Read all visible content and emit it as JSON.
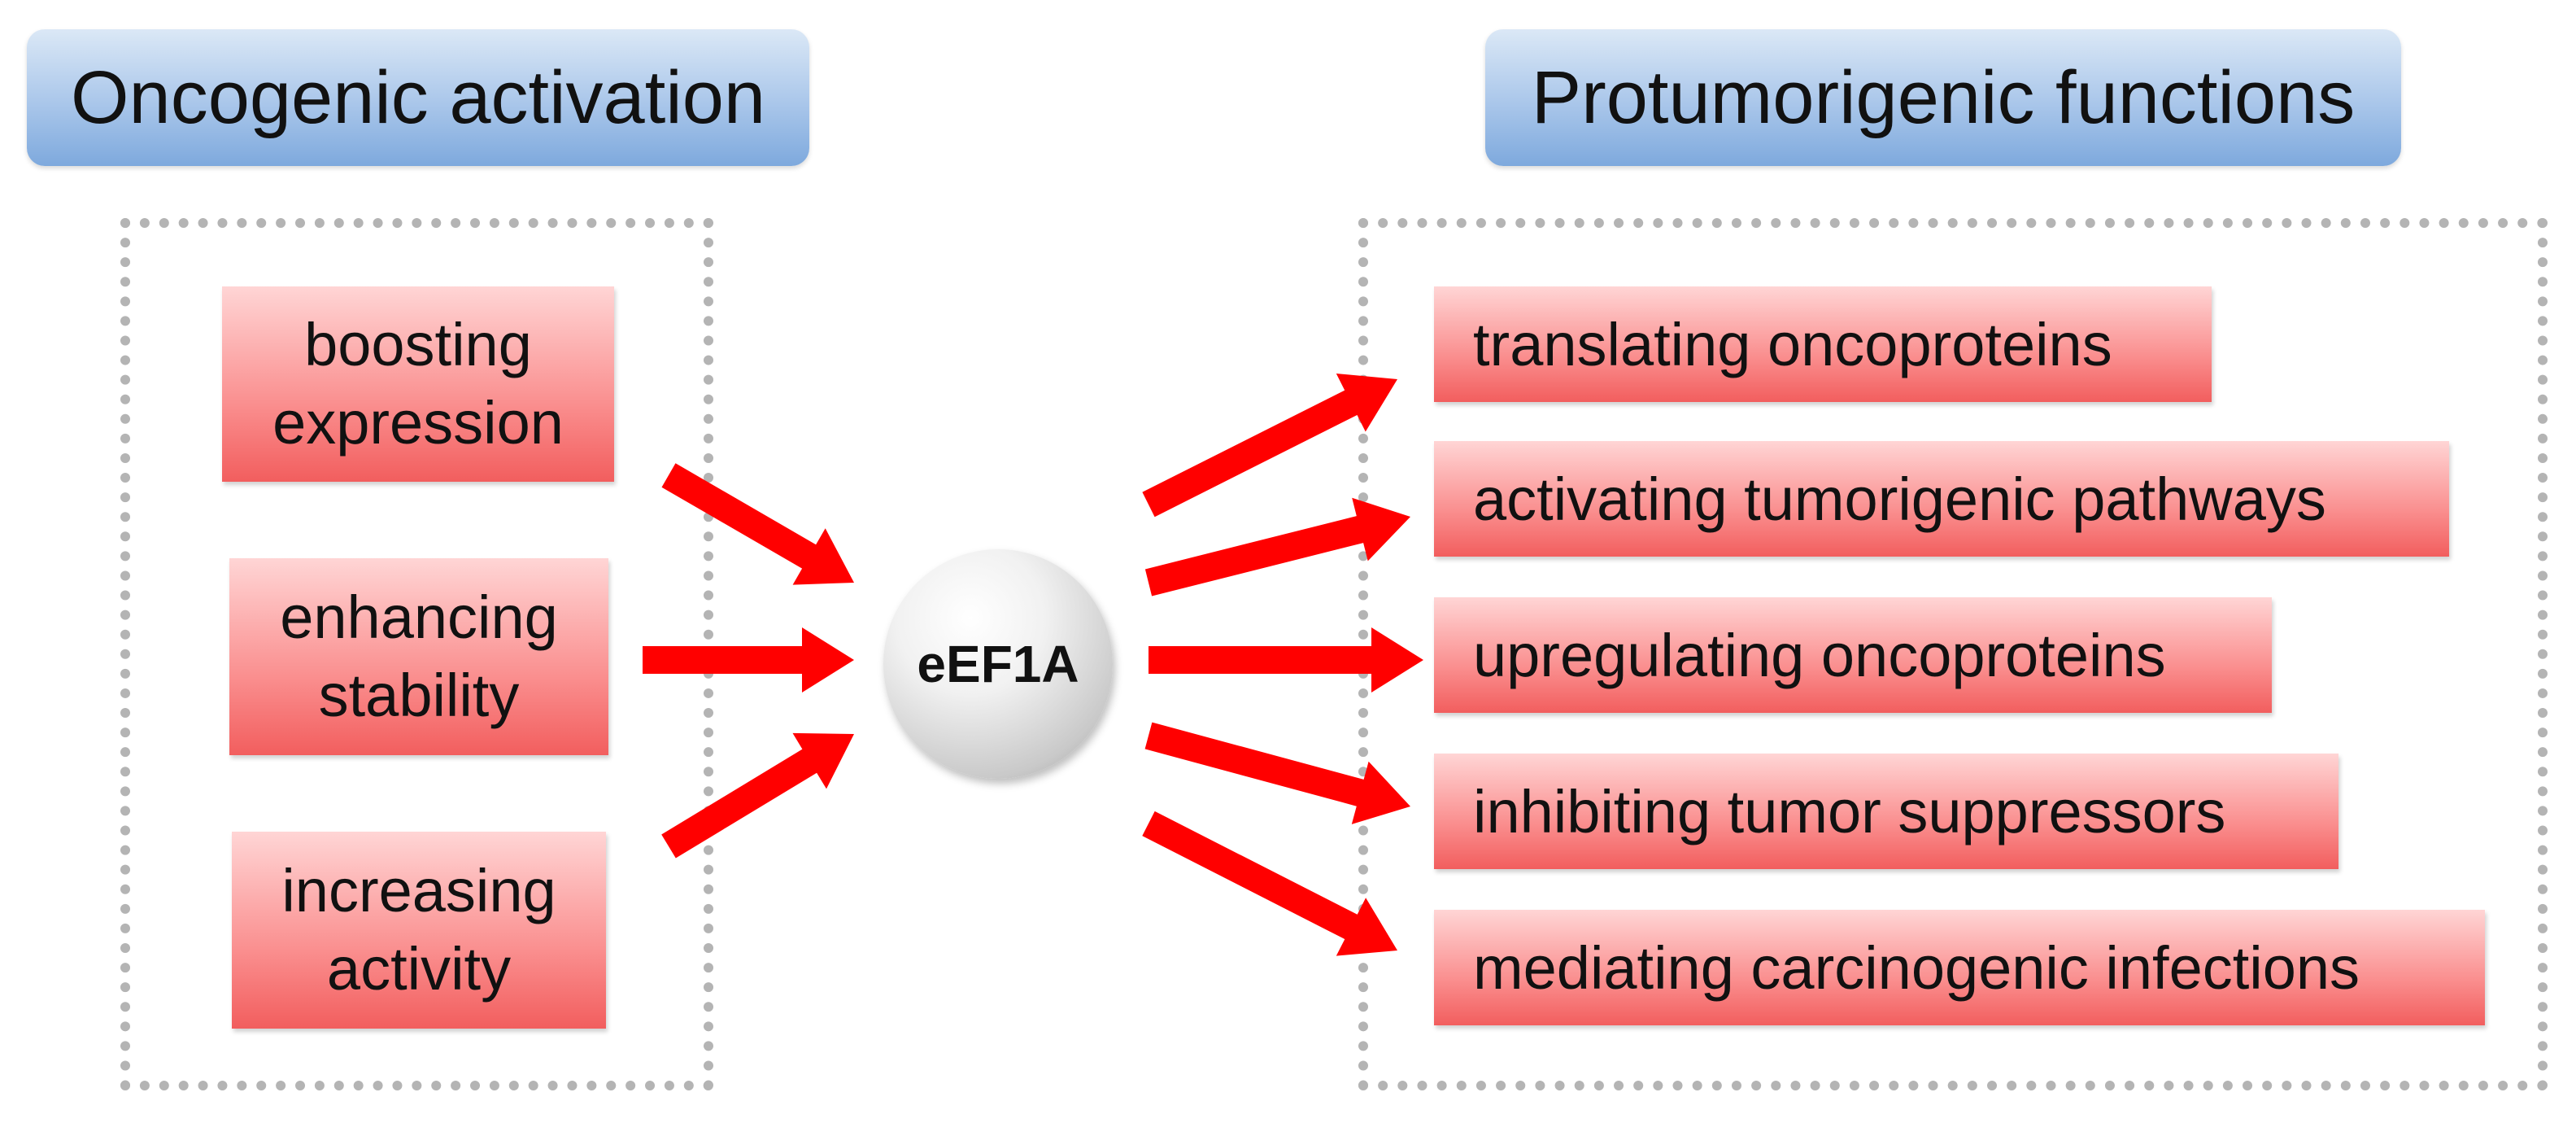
{
  "header_left": "Oncogenic activation",
  "header_right": "Protumorigenic functions",
  "center_node": "eEF1A",
  "activation": [
    {
      "line1": "boosting",
      "line2": "expression"
    },
    {
      "line1": "enhancing",
      "line2": "stability"
    },
    {
      "line1": "increasing",
      "line2": "activity"
    }
  ],
  "functions": [
    "translating oncoproteins",
    "activating tumorigenic pathways",
    "upregulating oncoproteins",
    "inhibiting tumor suppressors",
    "mediating carcinogenic infections"
  ],
  "colors": {
    "arrow": "#ff0000",
    "box_fill": "#f87676",
    "header_fill": "#a9c6ea",
    "group_border": "#b4b4b4"
  }
}
